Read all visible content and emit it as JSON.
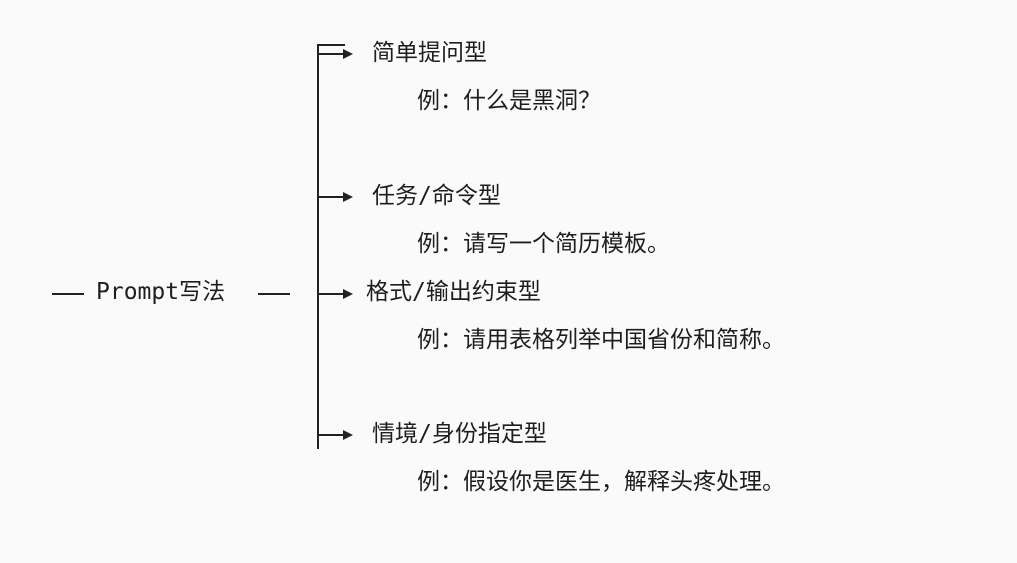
{
  "root": {
    "label": "Prompt写法"
  },
  "branches": [
    {
      "title": "简单提问型",
      "example": "例：什么是黑洞？"
    },
    {
      "title": "任务/命令型",
      "example": "例：请写一个简历模板。"
    },
    {
      "title": "格式/输出约束型",
      "example": "例：请用表格列举中国省份和简称。"
    },
    {
      "title": "情境/身份指定型",
      "example": "例：假设你是医生，解释头疼处理。"
    }
  ]
}
